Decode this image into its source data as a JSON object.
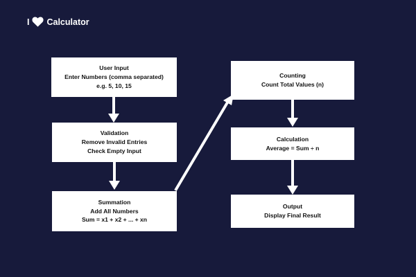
{
  "brand": {
    "prefix": "I",
    "icon": "heart-icon",
    "name": "Calculator"
  },
  "colors": {
    "background": "#171a3b",
    "box": "#ffffff",
    "arrow": "#ffffff",
    "text": "#111111"
  },
  "nodes": {
    "input": {
      "title": "User Input",
      "lines": [
        "Enter Numbers (comma separated)",
        "e.g. 5, 10, 15"
      ]
    },
    "validation": {
      "title": "Validation",
      "lines": [
        "Remove Invalid Entries",
        "Check Empty Input"
      ]
    },
    "summation": {
      "title": "Summation",
      "lines": [
        "Add All Numbers",
        "Sum = x1 + x2 + ... + xn"
      ]
    },
    "counting": {
      "title": "Counting",
      "lines": [
        "Count Total Values (n)"
      ]
    },
    "calculation": {
      "title": "Calculation",
      "lines": [
        "Average = Sum ÷ n"
      ]
    },
    "output": {
      "title": "Output",
      "lines": [
        "Display Final Result"
      ]
    }
  }
}
